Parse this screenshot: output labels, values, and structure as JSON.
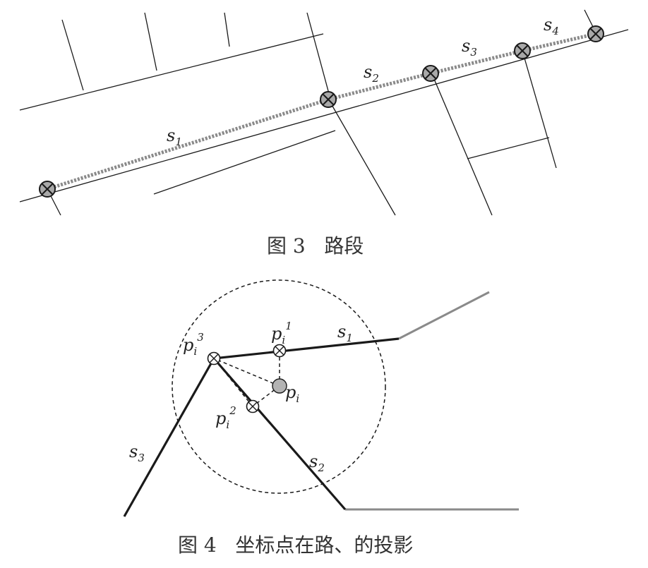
{
  "figure3": {
    "caption": "图 3   路段",
    "labels": [
      {
        "main": "s",
        "sub": "1"
      },
      {
        "main": "s",
        "sub": "2"
      },
      {
        "main": "s",
        "sub": "3"
      },
      {
        "main": "s",
        "sub": "4"
      }
    ]
  },
  "figure4": {
    "caption": "图 4   坐标点在路、的投影",
    "labels": {
      "p3": {
        "main": "p",
        "sub": "i",
        "sup": "3"
      },
      "p1": {
        "main": "p",
        "sub": "i",
        "sup": "1"
      },
      "p2": {
        "main": "p",
        "sub": "i",
        "sup": "2"
      },
      "p": {
        "main": "p",
        "sub": "i"
      },
      "s1": {
        "main": "s",
        "sub": "1"
      },
      "s2": {
        "main": "s",
        "sub": "2"
      },
      "s3": {
        "main": "s",
        "sub": "3"
      }
    }
  }
}
